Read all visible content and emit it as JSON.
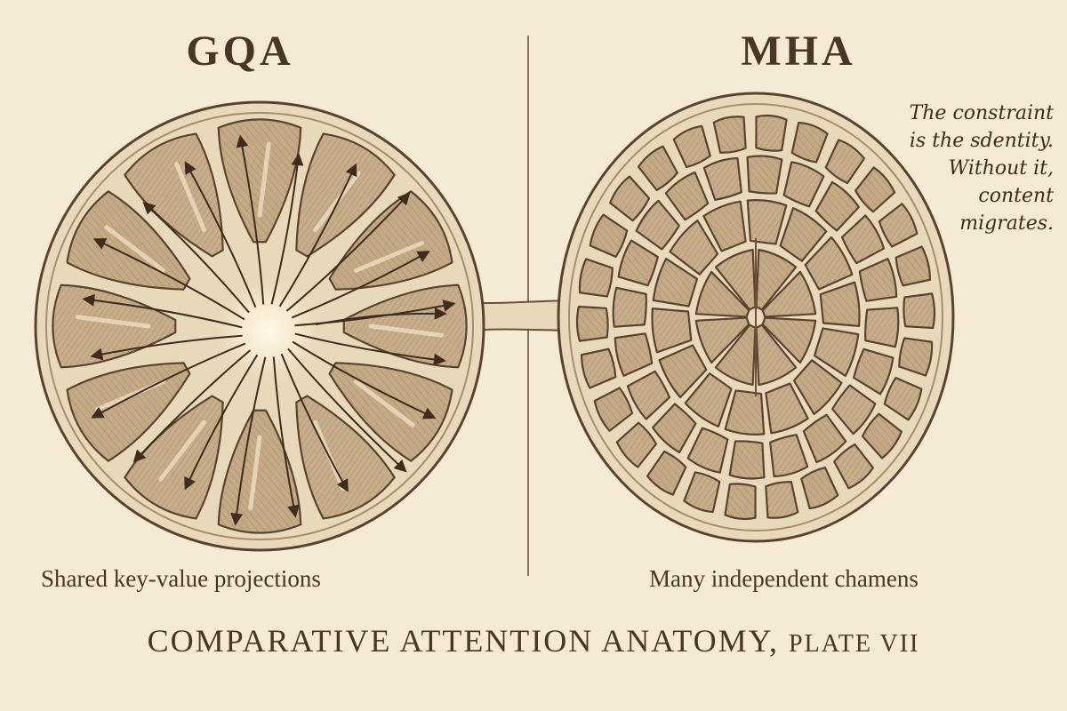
{
  "left_panel": {
    "title": "GQA",
    "caption": "Shared key-value projections"
  },
  "right_panel": {
    "title": "MHA",
    "caption": "Many independent chamens",
    "annotation_lines": [
      "The constraint",
      "is the sdentity.",
      "Without it,",
      "content",
      "migrates."
    ]
  },
  "plate": {
    "title": "COMPARATIVE ATTENTION ANATOMY,",
    "number": "PLATE VII"
  },
  "colors": {
    "paper": "#f5ead3",
    "ink": "#4a3626",
    "chamber_fill": "#c9b08e",
    "chamber_dark": "#8a6e50",
    "wall": "#efe2c7"
  }
}
